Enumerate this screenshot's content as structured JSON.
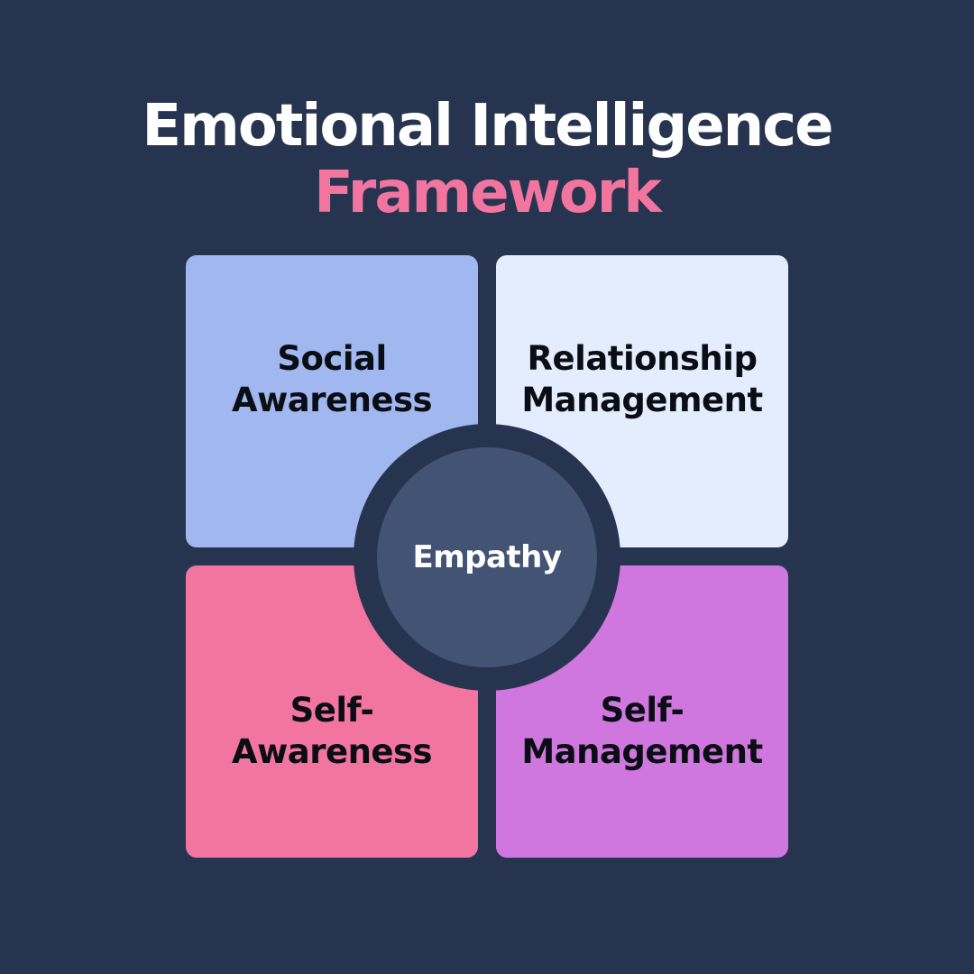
{
  "title": {
    "line1": "Emotional Intelligence",
    "line2": "Framework"
  },
  "quadrants": [
    {
      "id": "social-awareness",
      "lines": [
        "Social",
        "Awareness"
      ],
      "color": "#a0b8ef"
    },
    {
      "id": "relationship-management",
      "lines": [
        "Relationship",
        "Management"
      ],
      "color": "#e4edfd"
    },
    {
      "id": "self-awareness",
      "lines": [
        "Self-",
        "Awareness"
      ],
      "color": "#f1759e"
    },
    {
      "id": "self-management",
      "lines": [
        "Self-",
        "Management"
      ],
      "color": "#cf77df"
    }
  ],
  "center": {
    "label": "Empathy",
    "color": "#425373"
  },
  "colors": {
    "background": "#263450",
    "title_primary": "#ffffff",
    "title_accent": "#f1759e",
    "quadrant_text": "#0b0d14"
  }
}
